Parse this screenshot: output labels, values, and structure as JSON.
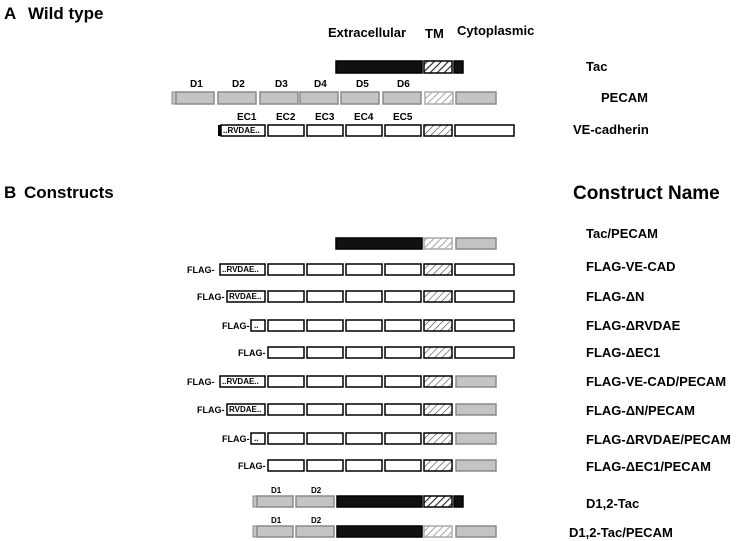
{
  "panel_a": {
    "letter": "A",
    "title": "Wild type",
    "regions": {
      "extracellular": "Extracellular",
      "tm": "TM",
      "cytoplasmic": "Cytoplasmic"
    },
    "pecam_domains": [
      "D1",
      "D2",
      "D3",
      "D4",
      "D5",
      "D6"
    ],
    "cad_domains": [
      "EC1",
      "EC2",
      "EC3",
      "EC4",
      "EC5"
    ],
    "rvdae_text": "..RVDAE..",
    "rows": [
      {
        "name": "Tac"
      },
      {
        "name": "PECAM"
      },
      {
        "name": "VE-cadherin"
      }
    ]
  },
  "panel_b": {
    "letter": "B",
    "title": "Constructs",
    "name_header": "Construct Name",
    "flag_text": "FLAG-",
    "rvdae_full": "..RVDAE..",
    "rvdae_n": "RVDAE..",
    "rvdae_short": "..",
    "d1_label": "D1",
    "d2_label": "D2",
    "constructs": [
      {
        "name": "Tac/PECAM"
      },
      {
        "name": "FLAG-VE-CAD"
      },
      {
        "name": "FLAG-ΔN"
      },
      {
        "name": "FLAG-ΔRVDAE"
      },
      {
        "name": "FLAG-ΔEC1"
      },
      {
        "name": "FLAG-VE-CAD/PECAM"
      },
      {
        "name": "FLAG-ΔN/PECAM"
      },
      {
        "name": "FLAG-ΔRVDAE/PECAM"
      },
      {
        "name": "FLAG-ΔEC1/PECAM"
      },
      {
        "name": "D1,2-Tac"
      },
      {
        "name": "D1,2-Tac/PECAM"
      }
    ]
  },
  "colors": {
    "tac_black": "#111111",
    "pecam_gray": "#c4c4c4",
    "pecam_border": "#8a8a8a",
    "outline": "#000000"
  }
}
